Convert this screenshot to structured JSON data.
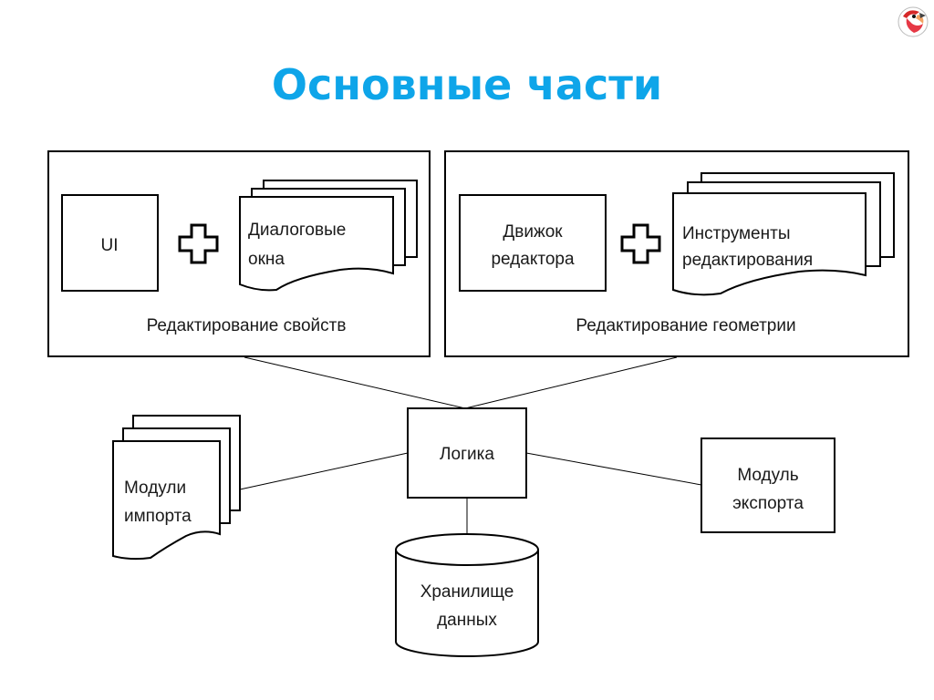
{
  "title": "Основные части",
  "groups": {
    "properties": {
      "label": "Редактирование свойств"
    },
    "geometry": {
      "label": "Редактирование геометрии"
    }
  },
  "nodes": {
    "ui": {
      "label": "UI"
    },
    "dialogs": {
      "line1": "Диалоговые",
      "line2": "окна"
    },
    "engine": {
      "line1": "Движок",
      "line2": "редактора"
    },
    "tools": {
      "line1": "Инструменты",
      "line2": "редактирования"
    },
    "logic": {
      "label": "Логика"
    },
    "import": {
      "line1": "Модули",
      "line2": "импорта"
    },
    "export": {
      "line1": "Модуль",
      "line2": "экспорта"
    },
    "storage": {
      "line1": "Хранилище",
      "line2": "данных"
    }
  },
  "icons": {
    "plus_symbol": "plus-icon",
    "logo": "parrot-logo-icon"
  },
  "colors": {
    "title": "#0ea5e9",
    "stroke": "#000000"
  }
}
